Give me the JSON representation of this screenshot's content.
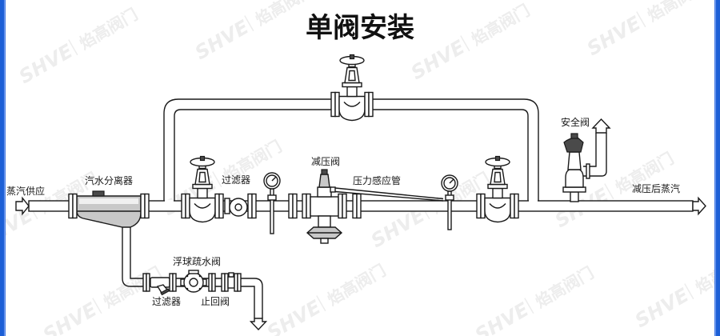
{
  "title": "单阀安装",
  "labels": {
    "steam_supply": "蒸汽供应",
    "separator": "汽水分离器",
    "strainer_main": "过滤器",
    "reducing_valve": "减压阀",
    "sensing_pipe": "压力感应管",
    "safety_valve": "安全阀",
    "reduced_steam": "减压后蒸汽",
    "float_trap": "浮球疏水阀",
    "strainer_drain": "过滤器",
    "check_valve": "止回阀"
  },
  "watermark": {
    "logo": "SHVE",
    "name": "焰高阀门"
  },
  "colors": {
    "border": "#1c5fd6",
    "line": "#1a1a1a",
    "shade": "#c8c8c8"
  }
}
